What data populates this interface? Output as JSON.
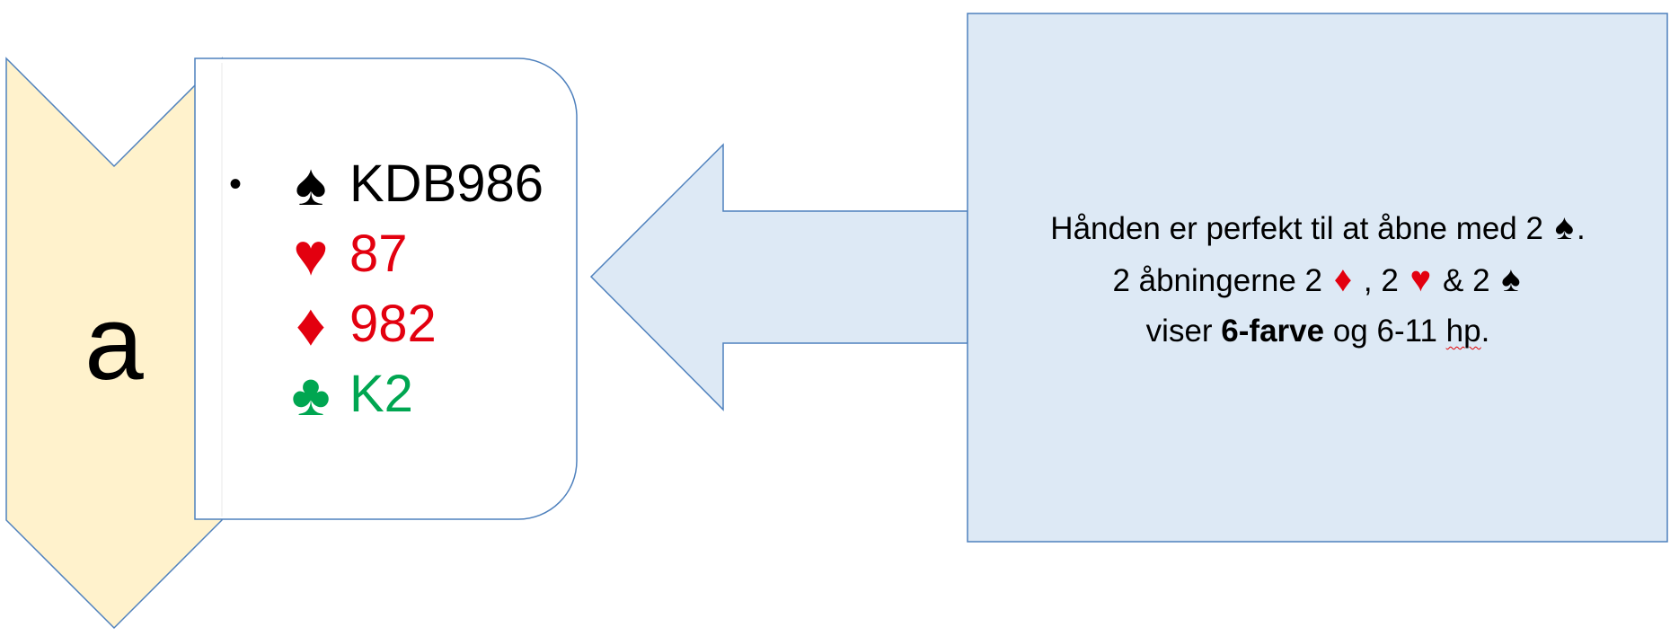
{
  "label": "a",
  "hand": {
    "bullet": "•",
    "rows": [
      {
        "suit": "spade-icon",
        "glyph": "♠",
        "holding": "KDB986",
        "color": "#000000"
      },
      {
        "suit": "heart-icon",
        "glyph": "♥",
        "holding": "87",
        "color": "#e3000f"
      },
      {
        "suit": "diamond-icon",
        "glyph": "♦",
        "holding": "982",
        "color": "#e3000f"
      },
      {
        "suit": "club-icon",
        "glyph": "♣",
        "holding": "K2",
        "color": "#00a651"
      }
    ]
  },
  "explanation": {
    "line1": {
      "text": "Hånden er perfekt til at åbne med 2",
      "suit": "♠",
      "end": "."
    },
    "line2": {
      "a": "2 åbningerne 2",
      "suit1": "♦",
      "b": ", 2",
      "suit2": "♥",
      "c": "& 2",
      "suit3": "♠"
    },
    "line3": {
      "a": "viser ",
      "bold": "6-farve",
      "b": " og 6-11 ",
      "c": "hp",
      "d": "."
    }
  },
  "colors": {
    "chevron_fill": "#fff2cc",
    "shape_stroke": "#4f81bd",
    "blue_fill": "#dde9f5",
    "red": "#e3000f",
    "green": "#00a651",
    "black": "#000000"
  }
}
